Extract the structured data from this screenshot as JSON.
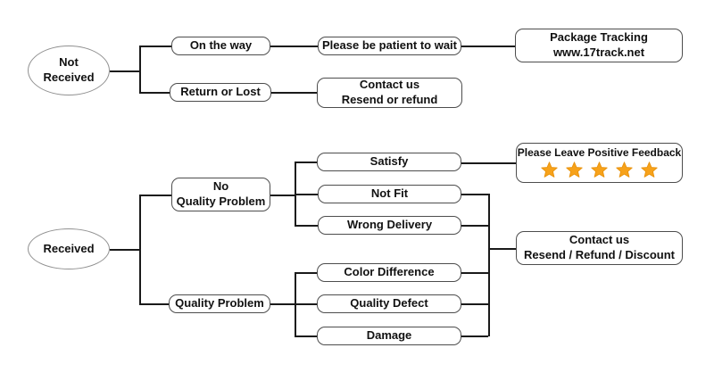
{
  "colors": {
    "background": "#ffffff",
    "line": "#1a1a1a",
    "box_border": "#4d4d4d",
    "ellipse_border": "#909090",
    "text": "#111111",
    "star_fill": "#F7A21A",
    "star_stroke": "#E8920C"
  },
  "flowchart": {
    "not_received": {
      "line1": "Not",
      "line2": "Received"
    },
    "on_the_way": {
      "label": "On the way"
    },
    "return_or_lost": {
      "label": "Return or Lost"
    },
    "please_wait": {
      "label": "Please be patient to wait"
    },
    "package_tracking": {
      "line1": "Package Tracking",
      "line2": "www.17track.net"
    },
    "contact_resend_refund": {
      "line1": "Contact us",
      "line2": "Resend or refund"
    },
    "received": {
      "label": "Received"
    },
    "no_quality_problem": {
      "line1": "No",
      "line2": "Quality Problem"
    },
    "satisfy": {
      "label": "Satisfy"
    },
    "not_fit": {
      "label": "Not Fit"
    },
    "wrong_delivery": {
      "label": "Wrong Delivery"
    },
    "positive_feedback": {
      "label": "Please Leave Positive Feedback",
      "star_count": 5
    },
    "quality_problem": {
      "label": "Quality Problem"
    },
    "color_difference": {
      "label": "Color Difference"
    },
    "quality_defect": {
      "label": "Quality Defect"
    },
    "damage": {
      "label": "Damage"
    },
    "contact_discount": {
      "line1": "Contact us",
      "line2": "Resend / Refund / Discount"
    }
  }
}
